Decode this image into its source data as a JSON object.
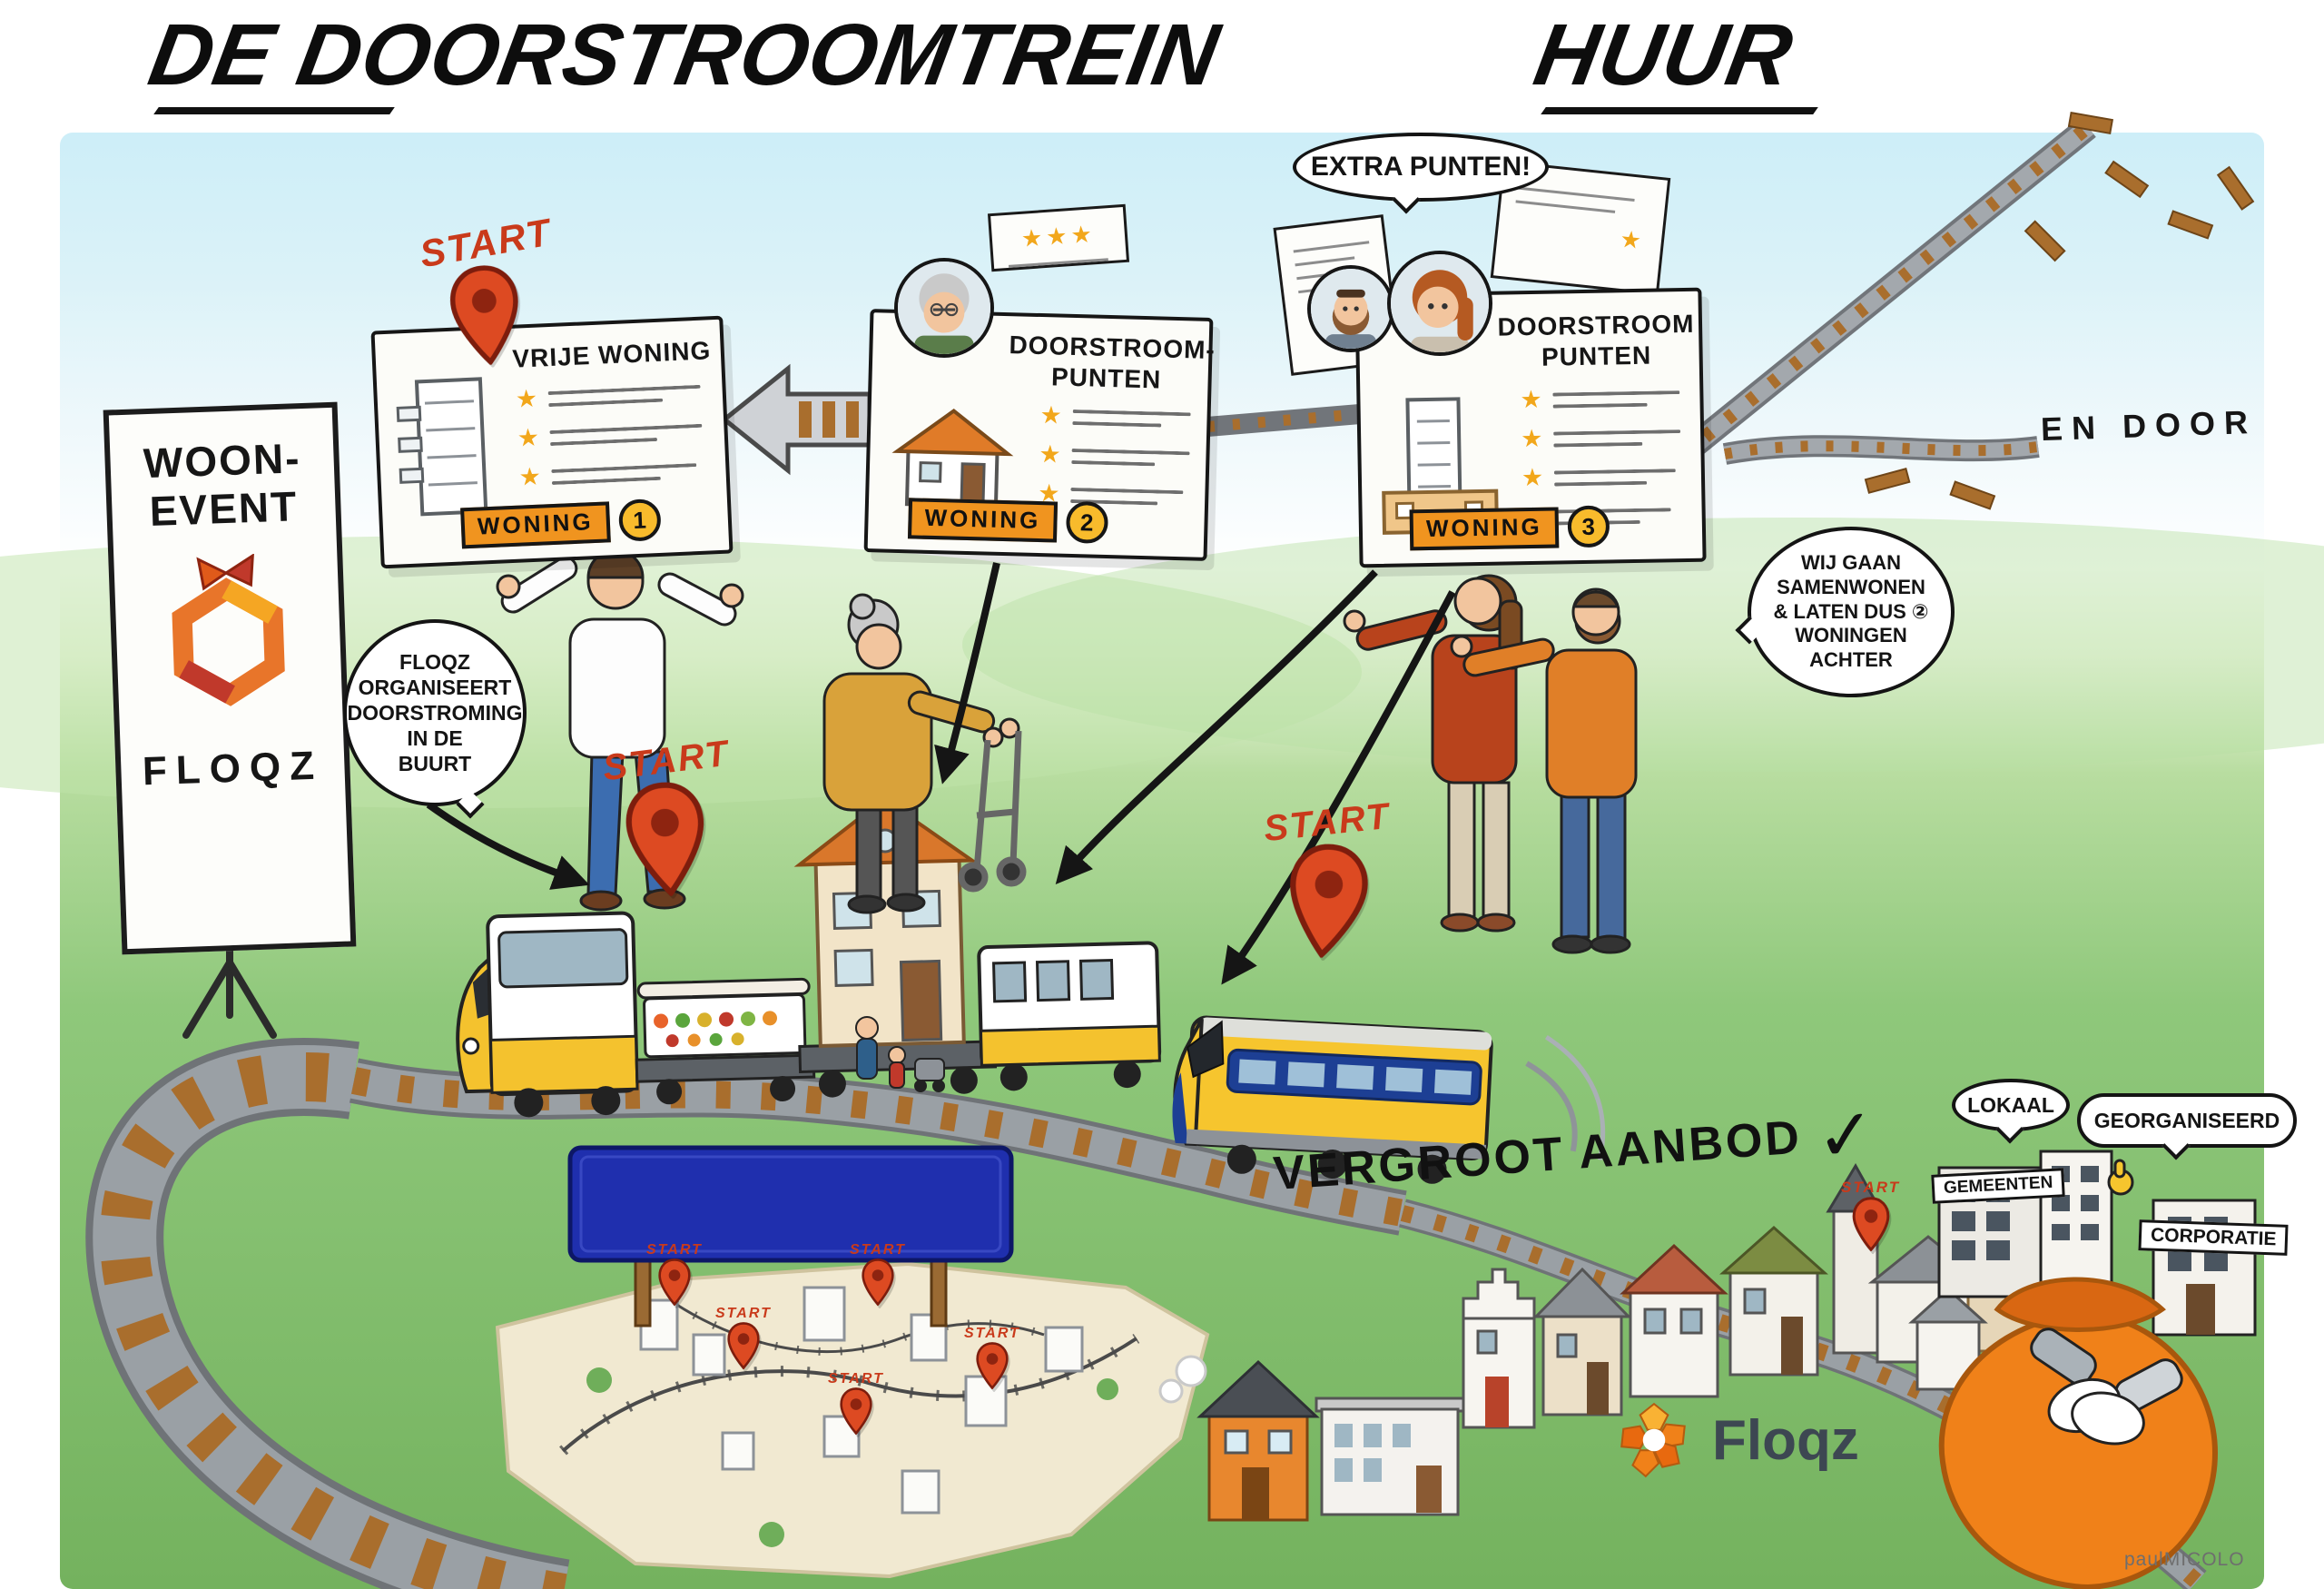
{
  "title": {
    "main": "DE DOORSTROOMTREIN",
    "category": "HUUR"
  },
  "banner": {
    "line1": "WOON-",
    "line2": "EVENT",
    "brand": "FLOQZ"
  },
  "boards": {
    "board1": {
      "heading": "VRIJE WONING",
      "tag": "WONING",
      "number": "1"
    },
    "board2": {
      "heading_line1": "DOORSTROOM-",
      "heading_line2": "PUNTEN",
      "stars": "★★★",
      "tag": "WONING",
      "number": "2"
    },
    "board3": {
      "heading_line1": "DOORSTROOM",
      "heading_line2": "PUNTEN",
      "extra_star": "★",
      "tag": "WONING",
      "number": "3"
    }
  },
  "bubbles": {
    "extra_punten": "EXTRA PUNTEN!",
    "floqz_organiseert": "FLOQZ\nORGANISEERT\nDOORSTROMING\nIN DE\nBUURT",
    "samenwonen": "WIJ GAAN\nSAMENWONEN\n& LATEN DUS ②\nWONINGEN\nACHTER",
    "lokaal": "LOKAAL",
    "georganiseerd": "GEORGANISEERD"
  },
  "labels": {
    "start": "START",
    "en_door": "EN DOOR",
    "vergroot_aanbod": "VERGROOT AANBOD",
    "check": "✓",
    "gemeenten": "GEMEENTEN",
    "corporatie": "CORPORATIE"
  },
  "logo": {
    "wordmark": "Floqz"
  },
  "signature": "paulMICOLO",
  "icons": {
    "star": "★"
  },
  "colors": {
    "pin_red": "#dd4a22",
    "accent_orange": "#f0941f",
    "train_yellow": "#f6c52e",
    "ns_blue": "#1d3f94",
    "billboard_blue": "#1f2fae",
    "floqz_orange": "#f08119",
    "grass_green": "#8fc87b"
  }
}
